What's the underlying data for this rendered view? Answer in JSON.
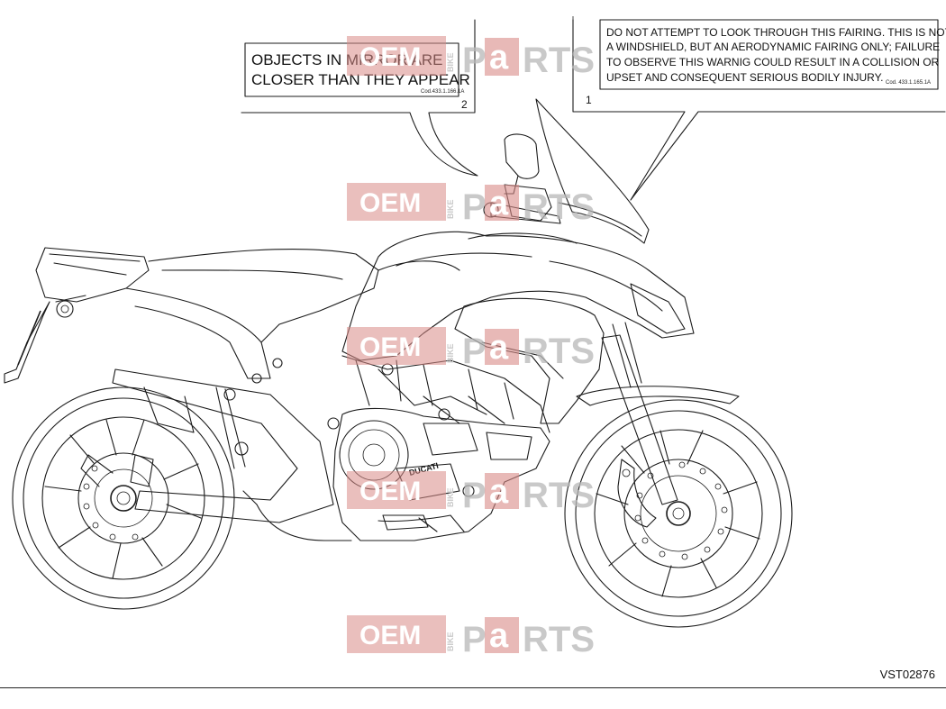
{
  "diagram": {
    "reference_code": "VST02876",
    "callouts": [
      {
        "number": "1",
        "lines": [
          "DO NOT ATTEMPT TO LOOK THROUGH THIS FAIRING. THIS IS NOT",
          "A WINDSHIELD, BUT AN AERODYNAMIC FAIRING ONLY; FAILURE",
          "TO OBSERVE THIS WARNIG COULD RESULT IN A COLLISION OR",
          "UPSET AND CONSEQUENT SERIOUS BODILY INJURY."
        ],
        "code": "Cod. 433.1.165.1A"
      },
      {
        "number": "2",
        "lines": [
          "OBJECTS IN MIRROR ARE",
          "CLOSER THAN THEY APPEAR"
        ],
        "code": "Cod.433.1.166.1A"
      }
    ],
    "watermark": {
      "part_1": "OEM",
      "part_2": "BIKE",
      "part_3": "P",
      "part_4": "a",
      "part_5": "RTS"
    },
    "tank_brand": "DUCATI"
  }
}
